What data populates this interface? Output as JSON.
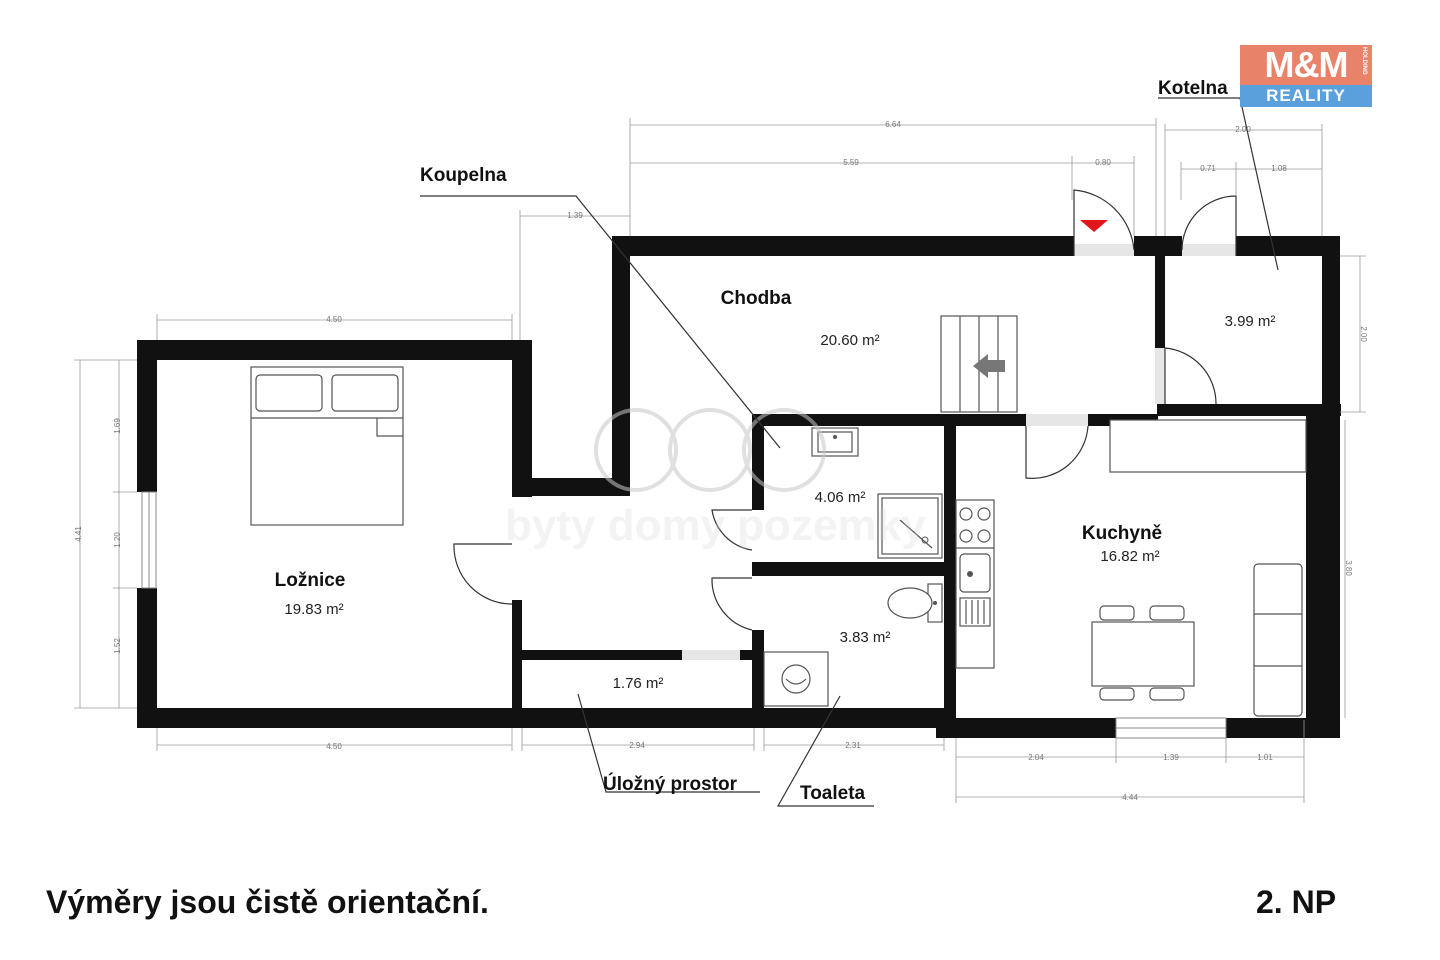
{
  "logo": {
    "brand": "M&M",
    "subbrand": "REALITY",
    "side": "HOLDING"
  },
  "watermark": "byty domy pozemky",
  "rooms": {
    "loznice": {
      "name": "Ložnice",
      "area": "19.83 m²"
    },
    "chodba": {
      "name": "Chodba",
      "area": "20.60 m²"
    },
    "kuchyne": {
      "name": "Kuchyně",
      "area": "16.82 m²"
    },
    "kotelna_area": "3.99 m²",
    "koupelna_area": "4.06 m²",
    "toaleta_area": "3.83 m²",
    "ulozny_area": "1.76 m²"
  },
  "callouts": {
    "kotelna": "Kotelna",
    "koupelna": "Koupelna",
    "ulozny": "Úložný prostor",
    "toaleta": "Toaleta"
  },
  "dimensions": {
    "top_total": "6.64",
    "top_a": "5.59",
    "top_b": "0.80",
    "kotelna_w": "2.00",
    "kotelna_a": "0.71",
    "kotelna_b": "1.08",
    "koupelna_offset": "1.39",
    "loznice_top": "4.50",
    "loznice_bottom": "4.50",
    "left_total": "4.41",
    "left_a": "1.69",
    "left_b": "1.20",
    "left_c": "1.52",
    "kotelna_h": "2.00",
    "kitchen_h": "3.80",
    "ulozny_w": "2.94",
    "toaleta_w": "2.31",
    "kitchen_a": "2.04",
    "kitchen_b": "1.39",
    "kitchen_c": "1.01",
    "kitchen_total": "4.44"
  },
  "footer": {
    "disclaimer": "Výměry jsou čistě orientační.",
    "floor": "2. NP"
  },
  "colors": {
    "wall": "#111111",
    "logo_top": "#e8836a",
    "logo_bottom": "#5aa0dc",
    "entry_marker": "#e0161b"
  }
}
